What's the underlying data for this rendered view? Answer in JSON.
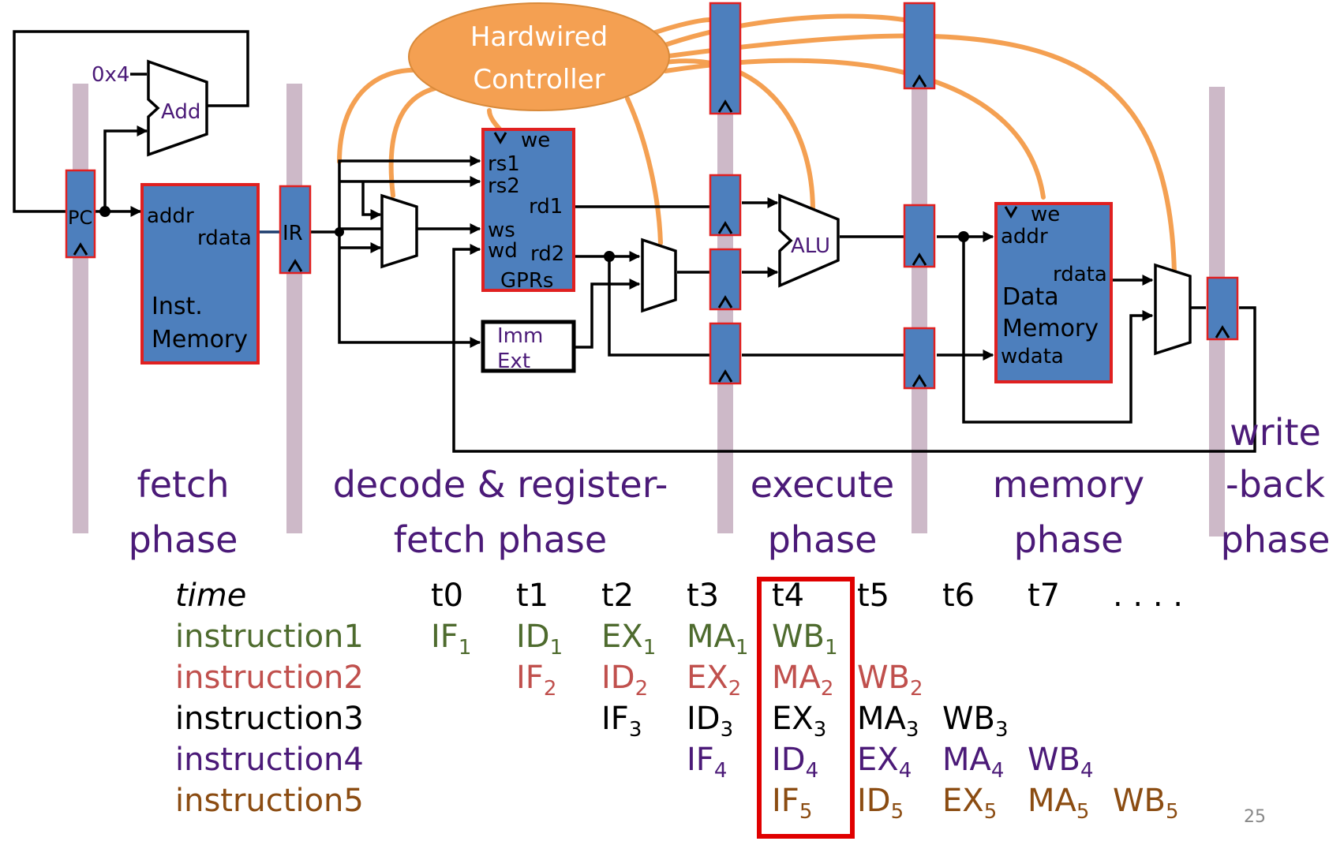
{
  "datapath": {
    "controller": {
      "line1": "Hardwired",
      "line2": "Controller"
    },
    "const4": "0x4",
    "adder": "Add",
    "pc": "PC",
    "ir": "IR",
    "imem": {
      "addr": "addr",
      "rdata": "rdata",
      "name1": "Inst.",
      "name2": "Memory"
    },
    "gprs": {
      "we": "we",
      "rs1": "rs1",
      "rs2": "rs2",
      "rd1": "rd1",
      "ws": "ws",
      "wd": "wd",
      "rd2": "rd2",
      "name": "GPRs"
    },
    "imm": {
      "line1": "Imm",
      "line2": "Ext"
    },
    "alu": "ALU",
    "dmem": {
      "we": "we",
      "addr": "addr",
      "rdata": "rdata",
      "name1": "Data",
      "name2": "Memory",
      "wdata": "wdata"
    }
  },
  "phases": [
    {
      "line1": "fetch",
      "line2": "phase"
    },
    {
      "line1": "decode & register-",
      "line2": "fetch phase"
    },
    {
      "line1": "execute",
      "line2": "phase"
    },
    {
      "line1": "memory",
      "line2": "phase"
    },
    {
      "line1": "write",
      "line2": "-back",
      "line3": "phase"
    }
  ],
  "timeline": {
    "time_label": "time",
    "times": [
      "t0",
      "t1",
      "t2",
      "t3",
      "t4",
      "t5",
      "t6",
      "t7",
      ". . . ."
    ],
    "highlight_column": "t4",
    "rows": [
      {
        "label": "instruction1",
        "color": "#4e6b2e",
        "stages": [
          {
            "t": 0,
            "s": "IF",
            "n": "1"
          },
          {
            "t": 1,
            "s": "ID",
            "n": "1"
          },
          {
            "t": 2,
            "s": "EX",
            "n": "1"
          },
          {
            "t": 3,
            "s": "MA",
            "n": "1"
          },
          {
            "t": 4,
            "s": "WB",
            "n": "1"
          }
        ]
      },
      {
        "label": "instruction2",
        "color": "#c0504d",
        "stages": [
          {
            "t": 1,
            "s": "IF",
            "n": "2"
          },
          {
            "t": 2,
            "s": "ID",
            "n": "2"
          },
          {
            "t": 3,
            "s": "EX",
            "n": "2"
          },
          {
            "t": 4,
            "s": "MA",
            "n": "2"
          },
          {
            "t": 5,
            "s": "WB",
            "n": "2"
          }
        ]
      },
      {
        "label": "instruction3",
        "color": "#000000",
        "stages": [
          {
            "t": 2,
            "s": "IF",
            "n": "3"
          },
          {
            "t": 3,
            "s": "ID",
            "n": "3"
          },
          {
            "t": 4,
            "s": "EX",
            "n": "3"
          },
          {
            "t": 5,
            "s": "MA",
            "n": "3"
          },
          {
            "t": 6,
            "s": "WB",
            "n": "3"
          }
        ]
      },
      {
        "label": "instruction4",
        "color": "#4b1a78",
        "stages": [
          {
            "t": 3,
            "s": "IF",
            "n": "4"
          },
          {
            "t": 4,
            "s": "ID",
            "n": "4"
          },
          {
            "t": 5,
            "s": "EX",
            "n": "4"
          },
          {
            "t": 6,
            "s": "MA",
            "n": "4"
          },
          {
            "t": 7,
            "s": "WB",
            "n": "4"
          }
        ]
      },
      {
        "label": "instruction5",
        "color": "#8b4c12",
        "stages": [
          {
            "t": 4,
            "s": "IF",
            "n": "5"
          },
          {
            "t": 5,
            "s": "ID",
            "n": "5"
          },
          {
            "t": 6,
            "s": "EX",
            "n": "5"
          },
          {
            "t": 7,
            "s": "MA",
            "n": "5"
          },
          {
            "t": 8,
            "s": "WB",
            "n": "5"
          }
        ]
      }
    ]
  },
  "slide_number": "25"
}
